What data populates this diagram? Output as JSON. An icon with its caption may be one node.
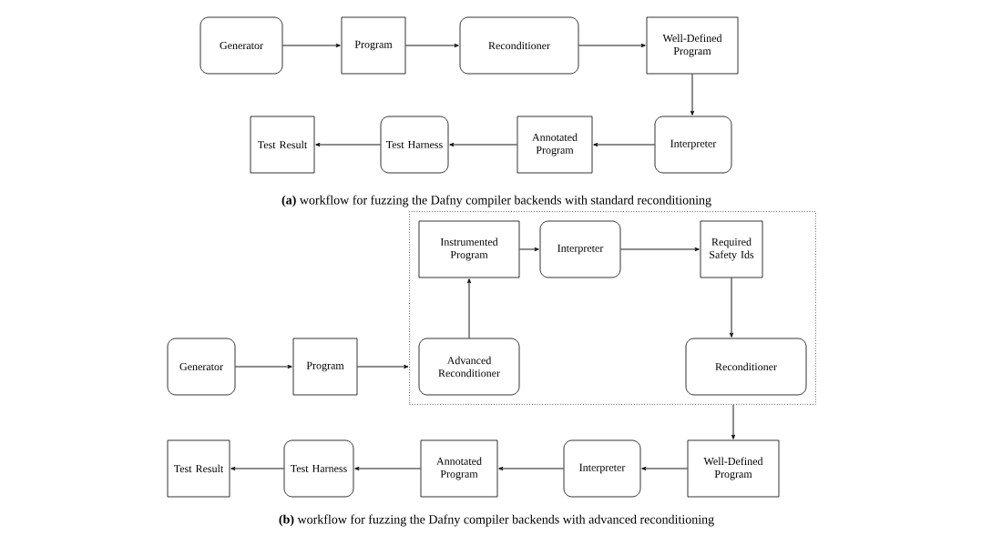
{
  "diagram": {
    "nodes": [
      {
        "text": [
          "Generator"
        ]
      },
      {
        "text": [
          "Program"
        ]
      },
      {
        "text": [
          "Reconditioner"
        ]
      },
      {
        "text": [
          "Well-Defined Program"
        ]
      },
      {
        "text": [
          "Interpreter"
        ]
      },
      {
        "text": [
          "Annotated Program"
        ]
      },
      {
        "text": [
          "Test Harness"
        ]
      },
      {
        "text": [
          "Test Result"
        ]
      },
      {
        "text": [
          "Generator"
        ]
      },
      {
        "text": [
          "Program"
        ]
      },
      {
        "text": [],
        "shape": "box"
      },
      {
        "text": [
          "Instrumented Program"
        ],
        "in": 10
      },
      {
        "text": [
          "Interpreter"
        ],
        "in": 10
      },
      {
        "text": [
          "Required Safety Ids"
        ],
        "in": 10
      },
      {
        "text": [
          "Advanced Reconditioner"
        ],
        "in": 10
      },
      {
        "text": [
          "Reconditioner"
        ],
        "in": 10
      },
      {
        "text": [
          "Well-Defined Program"
        ]
      },
      {
        "text": [
          "Interpreter"
        ]
      },
      {
        "text": [
          "Annotated Program"
        ]
      },
      {
        "text": [
          "Test Harness"
        ]
      },
      {
        "text": [
          "Test Result"
        ]
      }
    ],
    "edges": [
      {
        "from": 0,
        "to": 1,
        "arrow": "to"
      },
      {
        "from": 1,
        "to": 2,
        "arrow": "to"
      },
      {
        "from": 2,
        "to": 3,
        "arrow": "to"
      },
      {
        "from": 3,
        "to": 4,
        "arrow": "to"
      },
      {
        "from": 4,
        "to": 5,
        "arrow": "to"
      },
      {
        "from": 5,
        "to": 6,
        "arrow": "to"
      },
      {
        "from": 6,
        "to": 7,
        "arrow": "to"
      },
      {
        "from": 8,
        "to": 9,
        "arrow": "to"
      },
      {
        "from": 9,
        "to": 10,
        "arrow": "to"
      },
      {
        "from": 14,
        "to": 11,
        "arrow": "to"
      },
      {
        "from": 11,
        "to": 12,
        "arrow": "to"
      },
      {
        "from": 12,
        "to": 13,
        "arrow": "to"
      },
      {
        "from": 13,
        "to": 15,
        "arrow": "to"
      },
      {
        "from": 10,
        "to": 16,
        "arrow": "to"
      },
      {
        "from": 16,
        "to": 17,
        "arrow": "to"
      },
      {
        "from": 17,
        "to": 18,
        "arrow": "to"
      },
      {
        "from": 18,
        "to": 19,
        "arrow": "to"
      },
      {
        "from": 19,
        "to": 20,
        "arrow": "to"
      }
    ],
    "labels": [
      "**(a)** workflow for fuzzing the Dafny compiler backends with standard reconditioning",
      "**(b)** workflow for fuzzing the Dafny compiler backends with advanced reconditioning"
    ]
  }
}
